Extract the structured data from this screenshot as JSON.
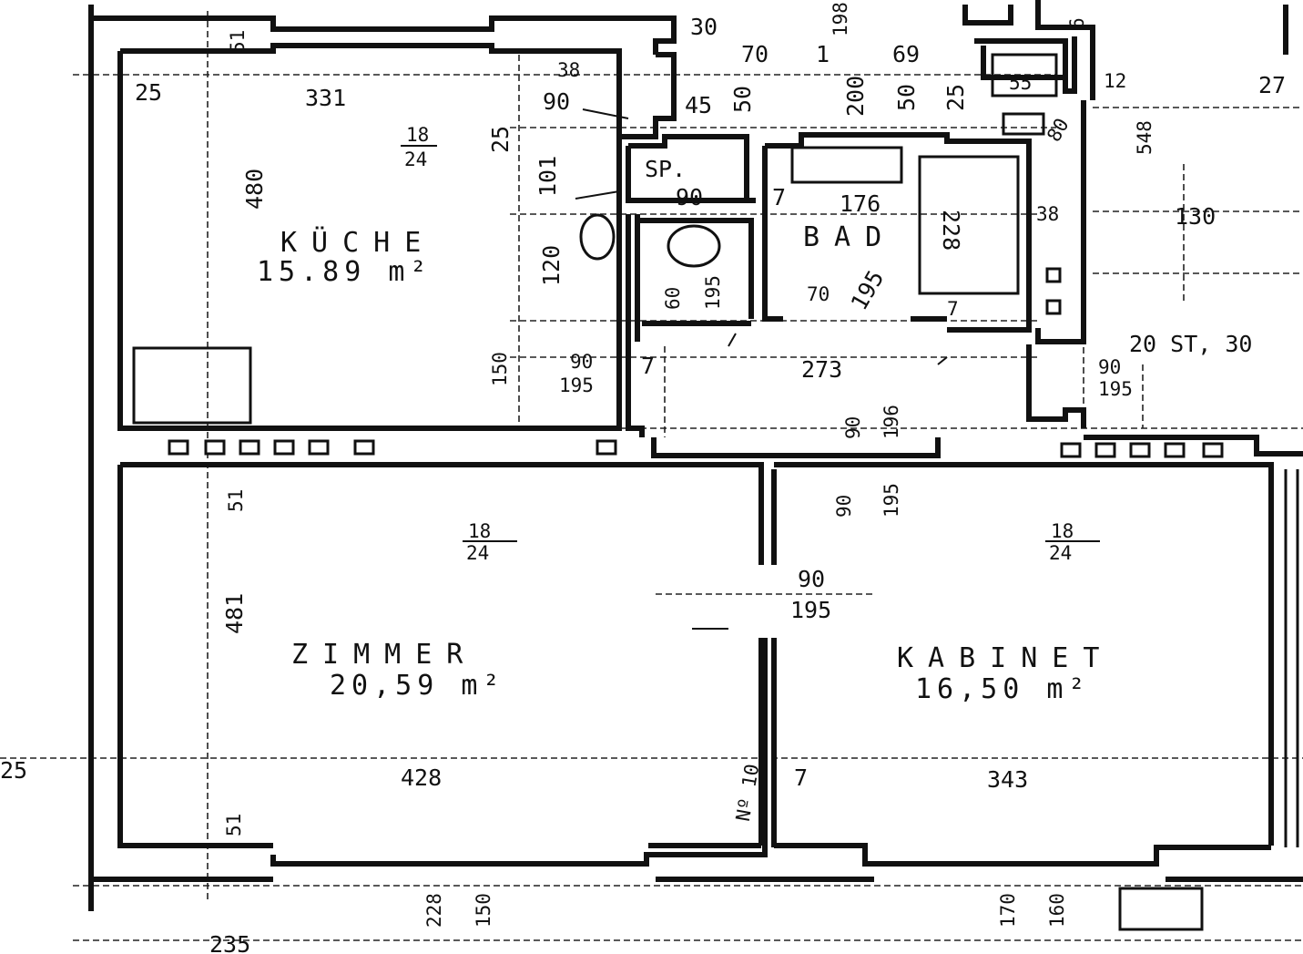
{
  "rooms": {
    "kueche": {
      "name": "KÜCHE",
      "area": "15.89 m²"
    },
    "bad": {
      "name": "BAD"
    },
    "sp": {
      "name": "SP."
    },
    "zimmer": {
      "name": "ZIMMER",
      "area": "20,59 m²"
    },
    "kabinet": {
      "name": "KABINET",
      "area": "16,50 m²"
    }
  },
  "dimensions": {
    "kitchen_width": "331",
    "kitchen_height": "480",
    "kitchen_left": "25",
    "kitchen_stair_num": "18",
    "kitchen_stair_den": "24",
    "kitchen_25": "25",
    "top_51": "51",
    "top_30": "30",
    "top_70": "70",
    "top_1": "1",
    "top_198": "198",
    "top_69": "69",
    "top_38": "38",
    "top_90": "90",
    "top_45": "45",
    "top_50a": "50",
    "top_200": "200",
    "top_50b": "50",
    "top_25": "25",
    "top_55": "55",
    "top_12": "12",
    "top_6": "6",
    "top_80": "80",
    "top_27": "27",
    "sp_101": "101",
    "sp_90": "90",
    "sp_7": "7",
    "bath_176": "176",
    "bath_228": "228",
    "bath_38": "38",
    "bath_195": "195",
    "bath_70": "70",
    "bath_7": "7",
    "right_548": "548",
    "right_130": "130",
    "stairs_text": "20 ST, 30",
    "wc_60": "60",
    "wc_195": "195",
    "hall_120": "120",
    "hall_150": "150",
    "hall_90": "90",
    "hall_195": "195",
    "hall_7": "7",
    "hall_273": "273",
    "hall_90b": "90",
    "hall_195b": "195",
    "hall_90c": "90",
    "hall_196": "196",
    "door_90": "90",
    "door_195": "195",
    "zimmer_51": "51",
    "zimmer_481": "481",
    "zimmer_stair_num": "18",
    "zimmer_stair_den": "24",
    "zimmer_width": "428",
    "zimmer_bottom_51": "51",
    "left_25": "25",
    "mid_90": "90",
    "mid_195": "195",
    "mid_no": "Nº 10",
    "mid_7": "7",
    "kabinet_stair_num": "18",
    "kabinet_stair_den": "24",
    "kabinet_width": "343",
    "bottom_228": "228",
    "bottom_150": "150",
    "bottom_170": "170",
    "bottom_160": "160",
    "bottom_235": "235"
  }
}
